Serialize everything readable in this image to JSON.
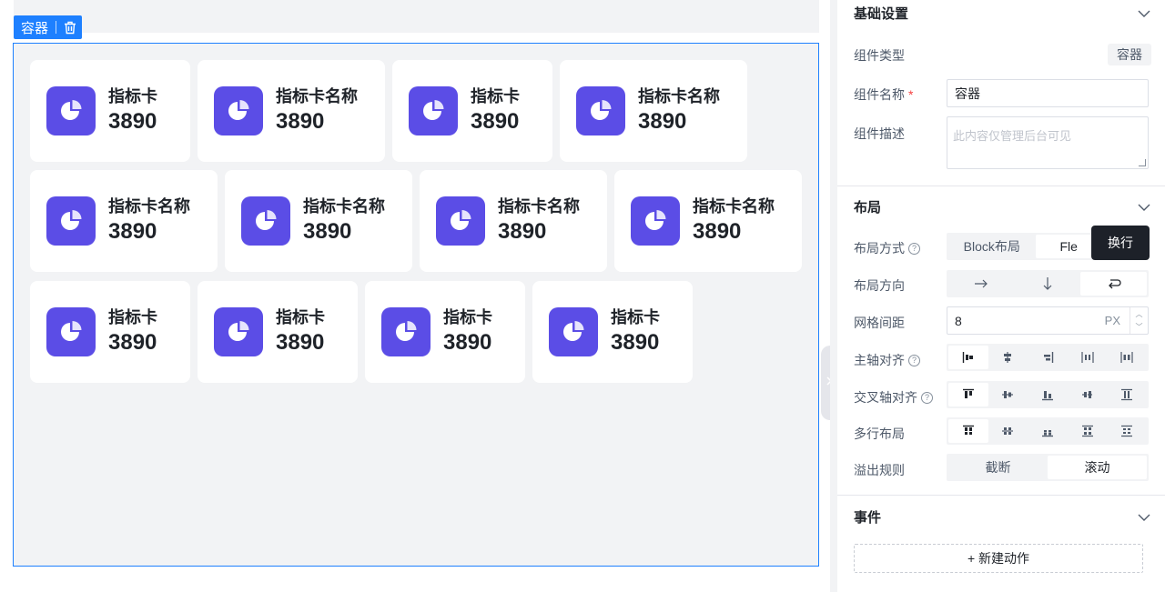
{
  "canvas": {
    "selection_tag": {
      "label": "容器",
      "delete_icon": "trash-icon"
    },
    "cards": [
      {
        "name": "指标卡",
        "value": "3890",
        "icon": "pie-chart-icon"
      },
      {
        "name": "指标卡名称",
        "value": "3890",
        "icon": "pie-chart-icon"
      },
      {
        "name": "指标卡",
        "value": "3890",
        "icon": "pie-chart-icon"
      },
      {
        "name": "指标卡名称",
        "value": "3890",
        "icon": "pie-chart-icon"
      },
      {
        "name": "指标卡名称",
        "value": "3890",
        "icon": "pie-chart-icon"
      },
      {
        "name": "指标卡名称",
        "value": "3890",
        "icon": "pie-chart-icon"
      },
      {
        "name": "指标卡名称",
        "value": "3890",
        "icon": "pie-chart-icon"
      },
      {
        "name": "指标卡名称",
        "value": "3890",
        "icon": "pie-chart-icon"
      },
      {
        "name": "指标卡",
        "value": "3890",
        "icon": "pie-chart-icon"
      },
      {
        "name": "指标卡",
        "value": "3890",
        "icon": "pie-chart-icon"
      },
      {
        "name": "指标卡",
        "value": "3890",
        "icon": "pie-chart-icon"
      },
      {
        "name": "指标卡",
        "value": "3890",
        "icon": "pie-chart-icon"
      }
    ],
    "colors": {
      "selection": "#1e80ff",
      "card_icon_bg": "#5b4de6",
      "canvas_bg": "#f2f3f5"
    }
  },
  "panel": {
    "basic": {
      "title": "基础设置",
      "type_label": "组件类型",
      "type_value": "容器",
      "name_label": "组件名称",
      "required_mark": "*",
      "name_value": "容器",
      "desc_label": "组件描述",
      "desc_placeholder": "此内容仅管理后台可见"
    },
    "layout": {
      "title": "布局",
      "mode_label": "布局方式",
      "mode_options": [
        "Block布局",
        "Fle"
      ],
      "direction_label": "布局方向",
      "direction_icons": [
        "arrow-right-icon",
        "arrow-down-icon",
        "wrap-icon"
      ],
      "tooltip": "换行",
      "gap_label": "网格间距",
      "gap_value": "8",
      "gap_unit": "PX",
      "main_axis_label": "主轴对齐",
      "cross_axis_label": "交叉轴对齐",
      "multiline_label": "多行布局",
      "overflow_label": "溢出规则",
      "overflow_options": [
        "截断",
        "滚动"
      ]
    },
    "events": {
      "title": "事件",
      "add_action": "+ 新建动作"
    }
  }
}
